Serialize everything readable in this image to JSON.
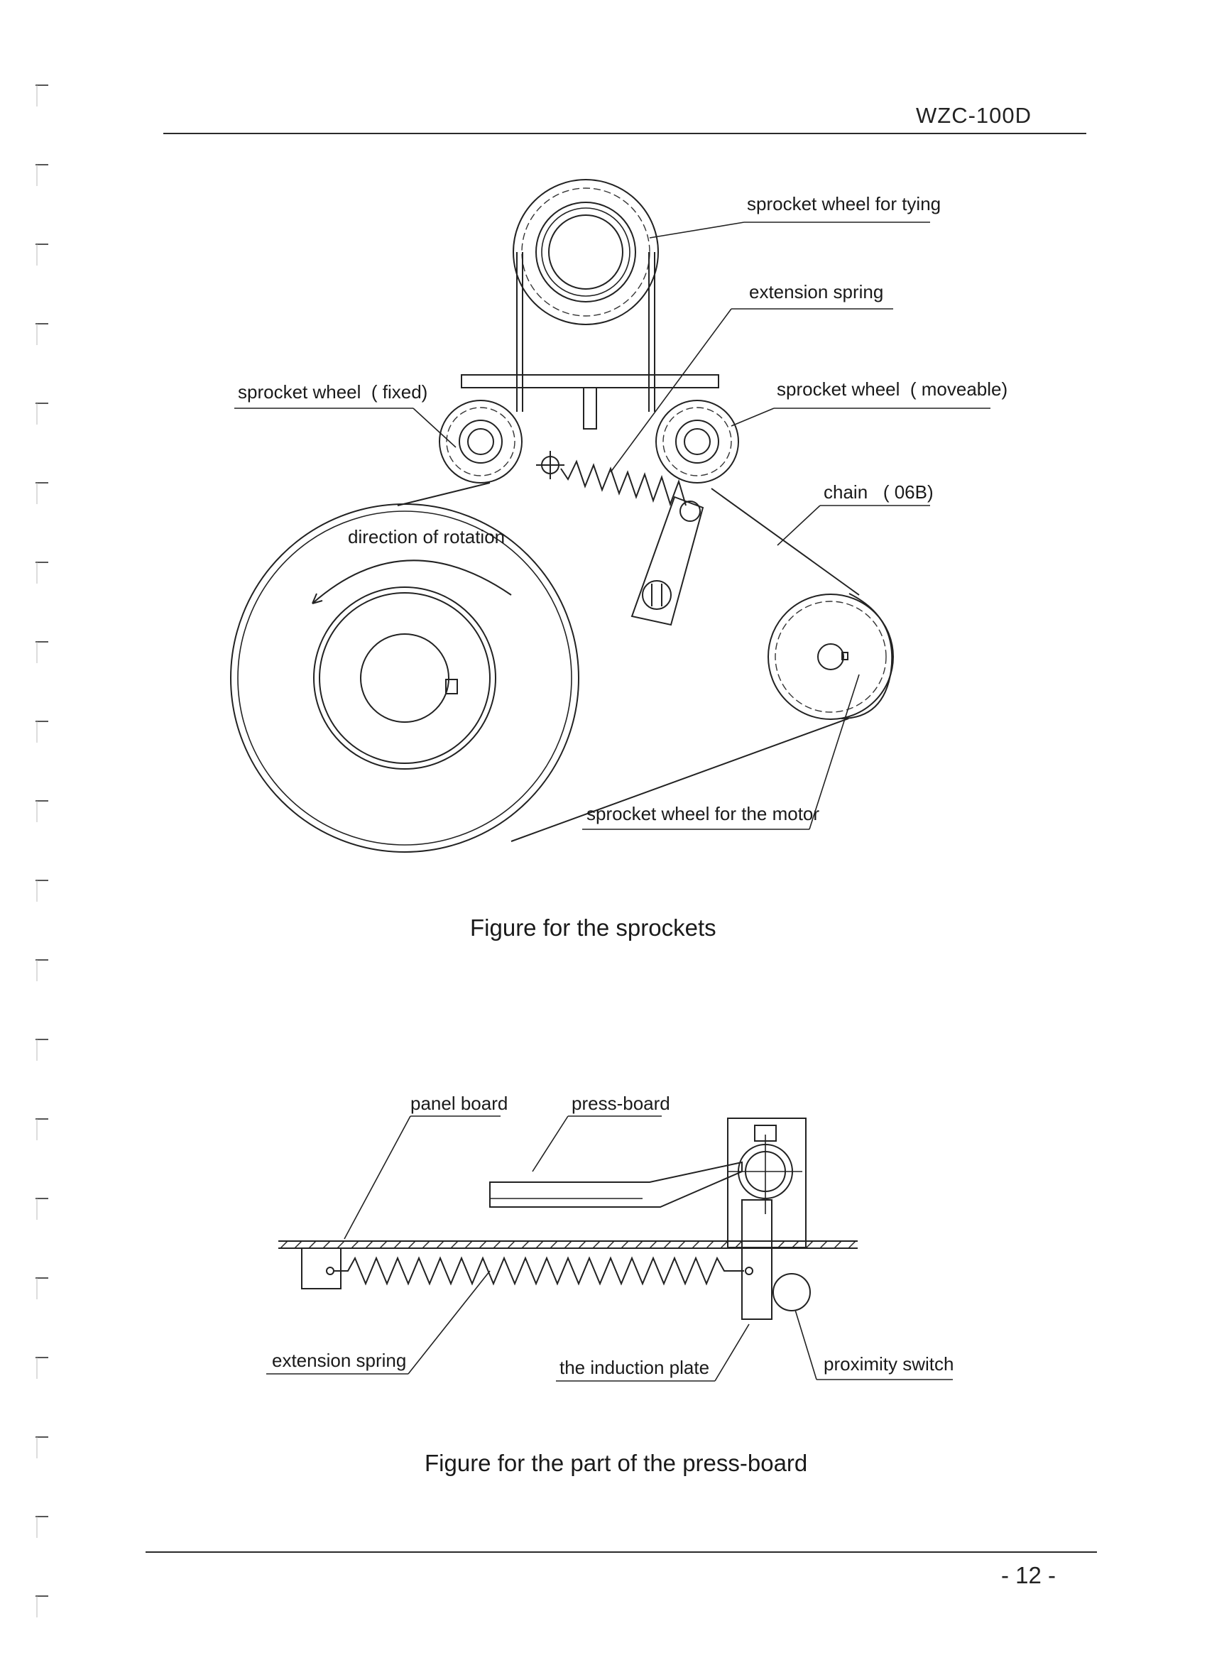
{
  "header": {
    "document_code": "WZC-100D"
  },
  "figure_sprockets": {
    "labels": {
      "sprocket_tying": "sprocket wheel for tying",
      "extension_spring": "extension spring",
      "sprocket_fixed": "sprocket wheel  ( fixed)",
      "sprocket_moveable": "sprocket wheel  ( moveable)",
      "chain": "chain   ( 06B)",
      "direction": "direction of rotation",
      "sprocket_motor": "sprocket wheel for the motor"
    },
    "caption": "Figure for the sprockets"
  },
  "figure_pressboard": {
    "labels": {
      "panel_board": "panel board",
      "press_board": "press-board",
      "extension_spring": "extension spring",
      "induction_plate": "the induction plate",
      "proximity_switch": "proximity switch"
    },
    "caption": "Figure for the part of the press-board"
  },
  "footer": {
    "page_number": "- 12 -"
  }
}
